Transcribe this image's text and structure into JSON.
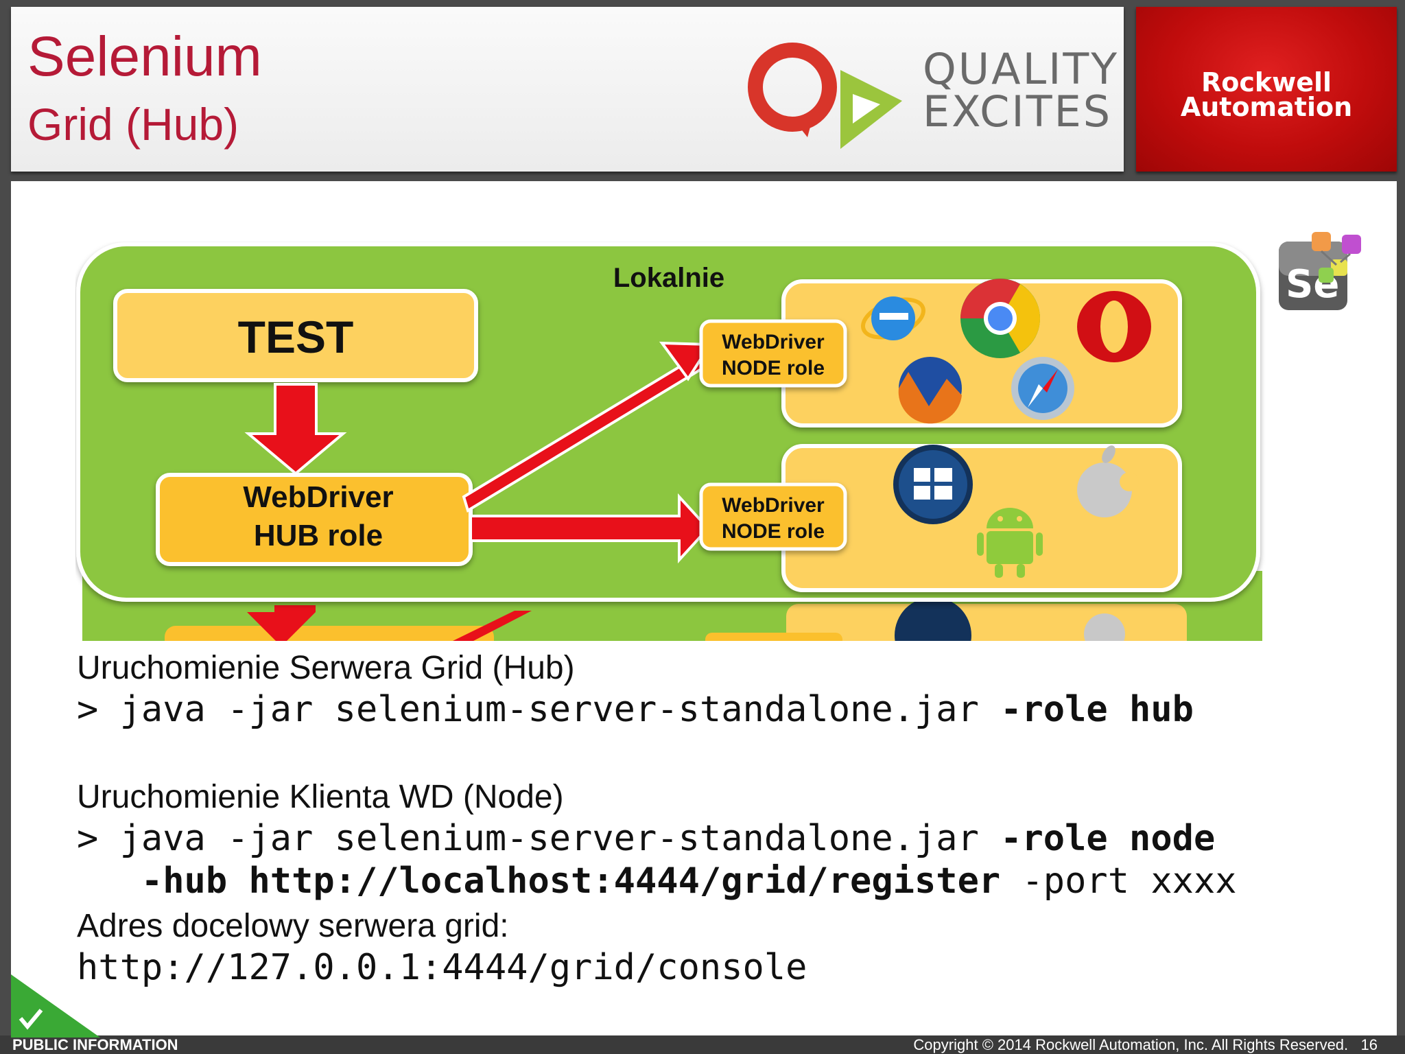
{
  "header": {
    "title": "Selenium",
    "subtitle": "Grid (Hub)",
    "logo_text_line1": "QUALITY",
    "logo_text_line2": "EXCITES",
    "brand_line1": "Rockwell",
    "brand_line2": "Automation"
  },
  "diagram": {
    "group_label": "Lokalnie",
    "test_label": "TEST",
    "hub_line1": "WebDriver",
    "hub_line2": "HUB role",
    "node_line1": "WebDriver",
    "node_line2": "NODE role",
    "browser_icons": [
      "internet-explorer-icon",
      "chrome-icon",
      "opera-icon",
      "firefox-icon",
      "safari-icon"
    ],
    "platform_icons": [
      "windows-icon",
      "apple-icon",
      "android-icon"
    ]
  },
  "body": {
    "hub_heading": "Uruchomienie Serwera Grid (Hub)",
    "hub_cmd_plain": "> java -jar selenium-server-standalone.jar ",
    "hub_cmd_bold": "-role hub",
    "node_heading": "Uruchomienie Klienta WD (Node)",
    "node_cmd_plain": "> java -jar selenium-server-standalone.jar ",
    "node_cmd_bold": "-role node",
    "node_cmd2_bold": "   -hub http://localhost:4444/grid/register",
    "node_cmd2_plain": " -port xxxx",
    "target_heading": "Adres docelowy serwera grid:",
    "target_url": "http://127.0.0.1:4444/grid/console"
  },
  "footer": {
    "classification": "PUBLIC INFORMATION",
    "copyright": "Copyright  © 2014 Rockwell Automation, Inc. All Rights Reserved.",
    "page_number": "16"
  },
  "colors": {
    "title_red": "#b51a37",
    "brand_red": "#c00c0c",
    "diagram_green": "#8cc63f",
    "box_orange": "#fdd15f",
    "hub_orange": "#fbc02d",
    "arrow_red": "#e8101a"
  }
}
